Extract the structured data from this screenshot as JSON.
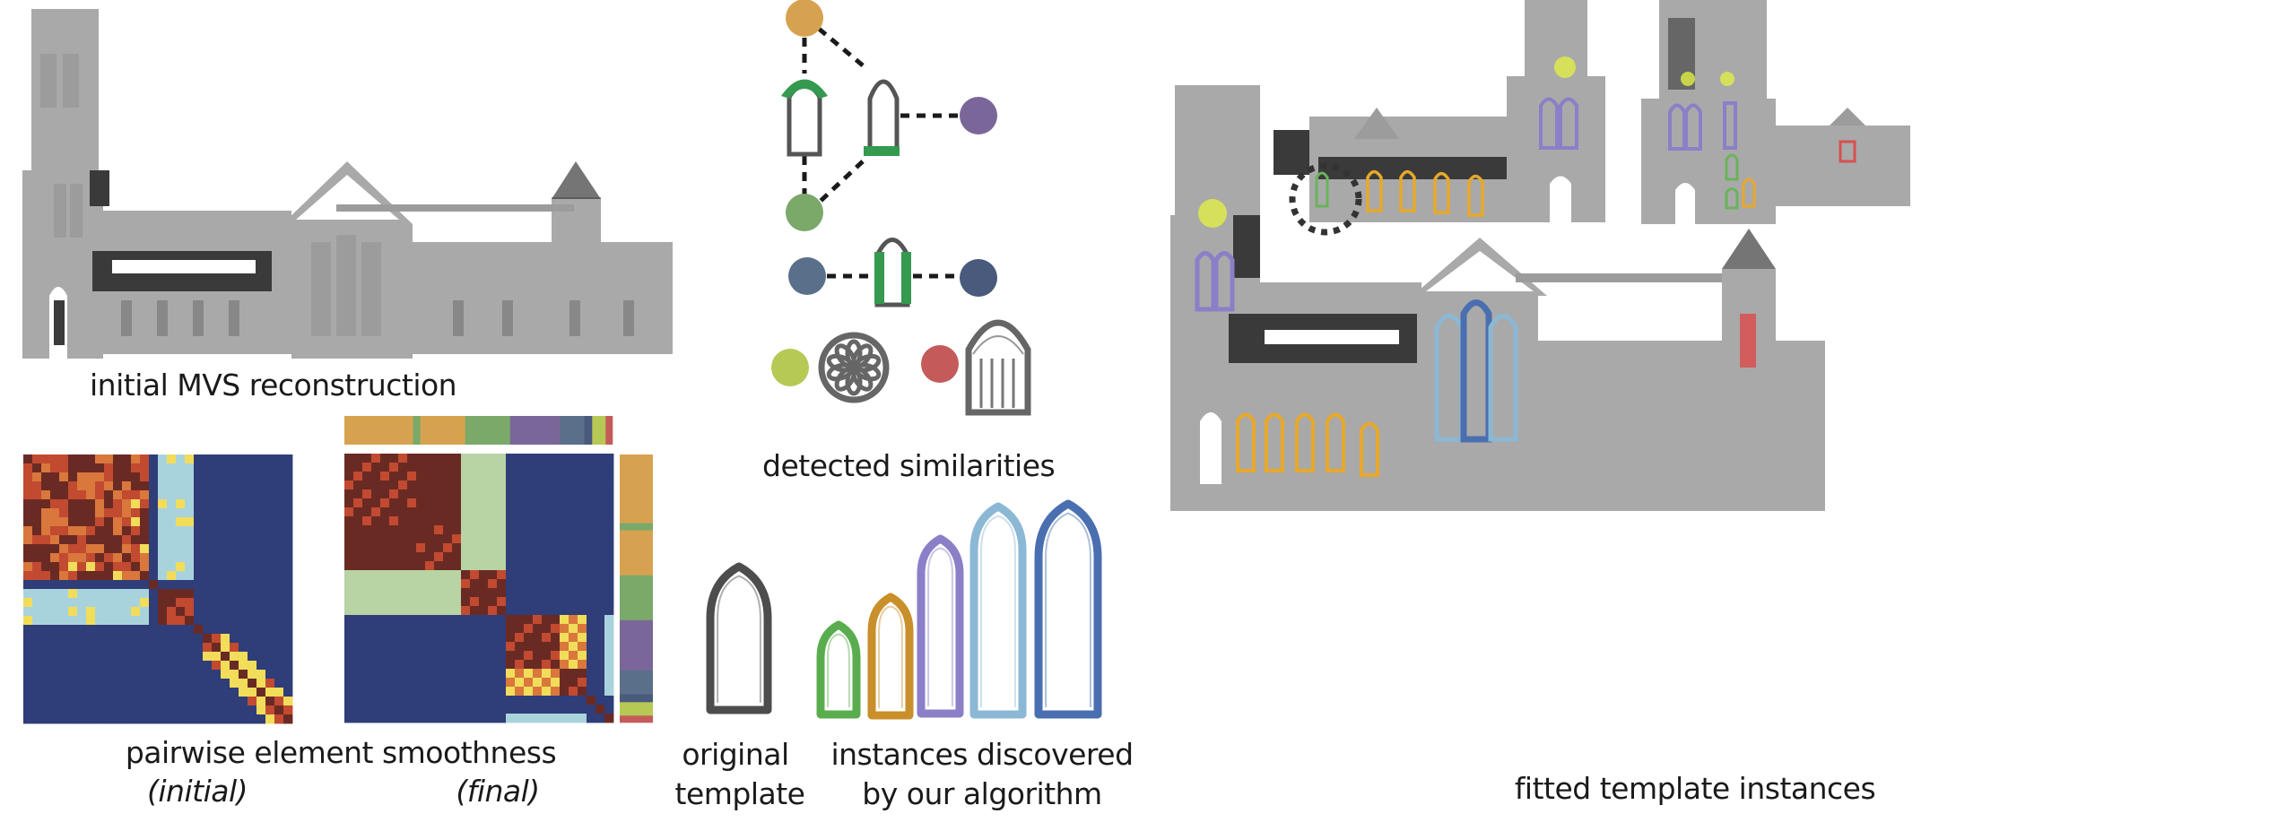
{
  "figure": {
    "panels": {
      "mvs": {
        "caption": "initial MVS reconstruction"
      },
      "smoothness": {
        "caption": "pairwise element smoothness",
        "initial_label": "(initial)",
        "final_label": "(final)"
      },
      "similarities": {
        "caption": "detected similarities"
      },
      "template": {
        "caption_line1": "original",
        "caption_line2": "template"
      },
      "instances": {
        "caption_line1": "instances discovered",
        "caption_line2": "by our algorithm"
      },
      "fitted": {
        "caption": "fitted template instances"
      }
    },
    "cluster_colors": {
      "orange": "#d7a24f",
      "green": "#7aa96a",
      "purple": "#7b6699",
      "slate": "#5a6f8a",
      "navy": "#4a5a7d",
      "lime": "#b6c955",
      "red": "#c45b5a"
    },
    "cluster_bar": [
      {
        "color": "orange",
        "fraction": 0.255
      },
      {
        "color": "green",
        "fraction": 0.027
      },
      {
        "color": "orange",
        "fraction": 0.167
      },
      {
        "color": "green",
        "fraction": 0.167
      },
      {
        "color": "purple",
        "fraction": 0.186
      },
      {
        "color": "slate",
        "fraction": 0.09
      },
      {
        "color": "navy",
        "fraction": 0.029
      },
      {
        "color": "lime",
        "fraction": 0.05
      },
      {
        "color": "red",
        "fraction": 0.025
      }
    ],
    "similarity_graph": {
      "nodes": [
        {
          "id": "n-orange",
          "color": "orange"
        },
        {
          "id": "n-purple",
          "color": "purple"
        },
        {
          "id": "n-green",
          "color": "green"
        },
        {
          "id": "n-slate",
          "color": "slate"
        },
        {
          "id": "n-navy",
          "color": "navy"
        },
        {
          "id": "n-lime",
          "color": "lime"
        },
        {
          "id": "n-red",
          "color": "red"
        }
      ],
      "highlight_color": "#35994f"
    },
    "instances": [
      {
        "name": "green-instance",
        "color": "#5aad4e"
      },
      {
        "name": "orange-instance",
        "color": "#c98f2a"
      },
      {
        "name": "purple-instance",
        "color": "#8b7fc8"
      },
      {
        "name": "lightblue-instance",
        "color": "#8bb8d4"
      },
      {
        "name": "blue-instance",
        "color": "#4a6fb0"
      }
    ],
    "template_color": "#4d4d4d",
    "heatmap_palette": {
      "dark_red": "#6a2a24",
      "red": "#c24a30",
      "orange": "#d9773c",
      "yellow": "#f1dd5a",
      "pale": "#b8d3a4",
      "light_blue": "#a9d3dc",
      "blue": "#2f3d78"
    }
  }
}
